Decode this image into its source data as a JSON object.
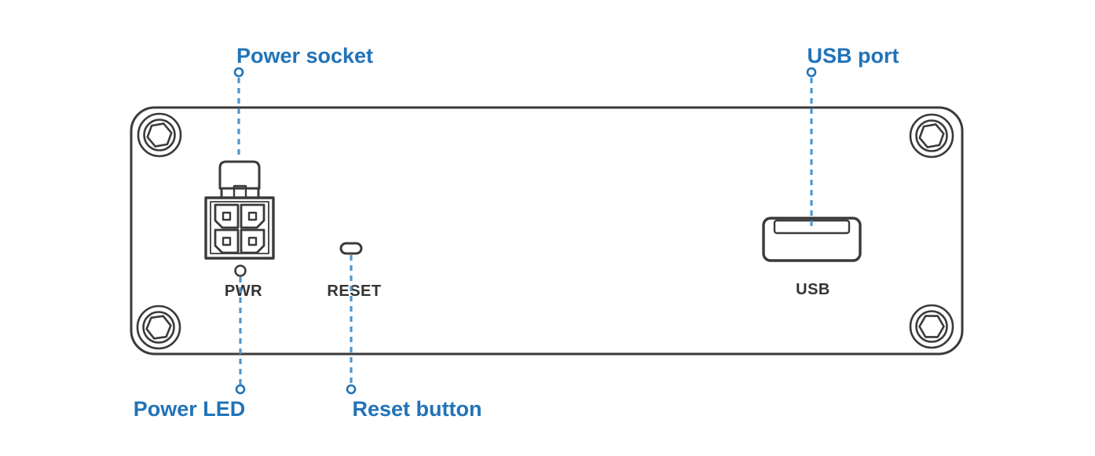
{
  "diagram": {
    "type": "device-rear-panel-callout-diagram",
    "callouts": [
      {
        "id": "power-socket",
        "label": "Power socket",
        "position": "top-left",
        "points_to": "4-pin power connector"
      },
      {
        "id": "usb-port",
        "label": "USB port",
        "position": "top-right",
        "points_to": "USB-A receptacle"
      },
      {
        "id": "power-led",
        "label": "Power LED",
        "position": "bottom-left",
        "points_to": "LED below power connector"
      },
      {
        "id": "reset-button",
        "label": "Reset button",
        "position": "bottom-center",
        "points_to": "recessed reset pinhole"
      }
    ],
    "panel_markings": {
      "power": "PWR",
      "reset": "RESET",
      "usb": "USB"
    },
    "hardware": {
      "screw_count": 4,
      "screw_type": "hex-socket",
      "power_connector_pins": 4
    }
  },
  "colors": {
    "callout_text": "#2173b8",
    "leader_line": "#4f97cf",
    "panel_outline": "#3a3a3a",
    "marking_text": "#333333",
    "background": "#ffffff"
  }
}
